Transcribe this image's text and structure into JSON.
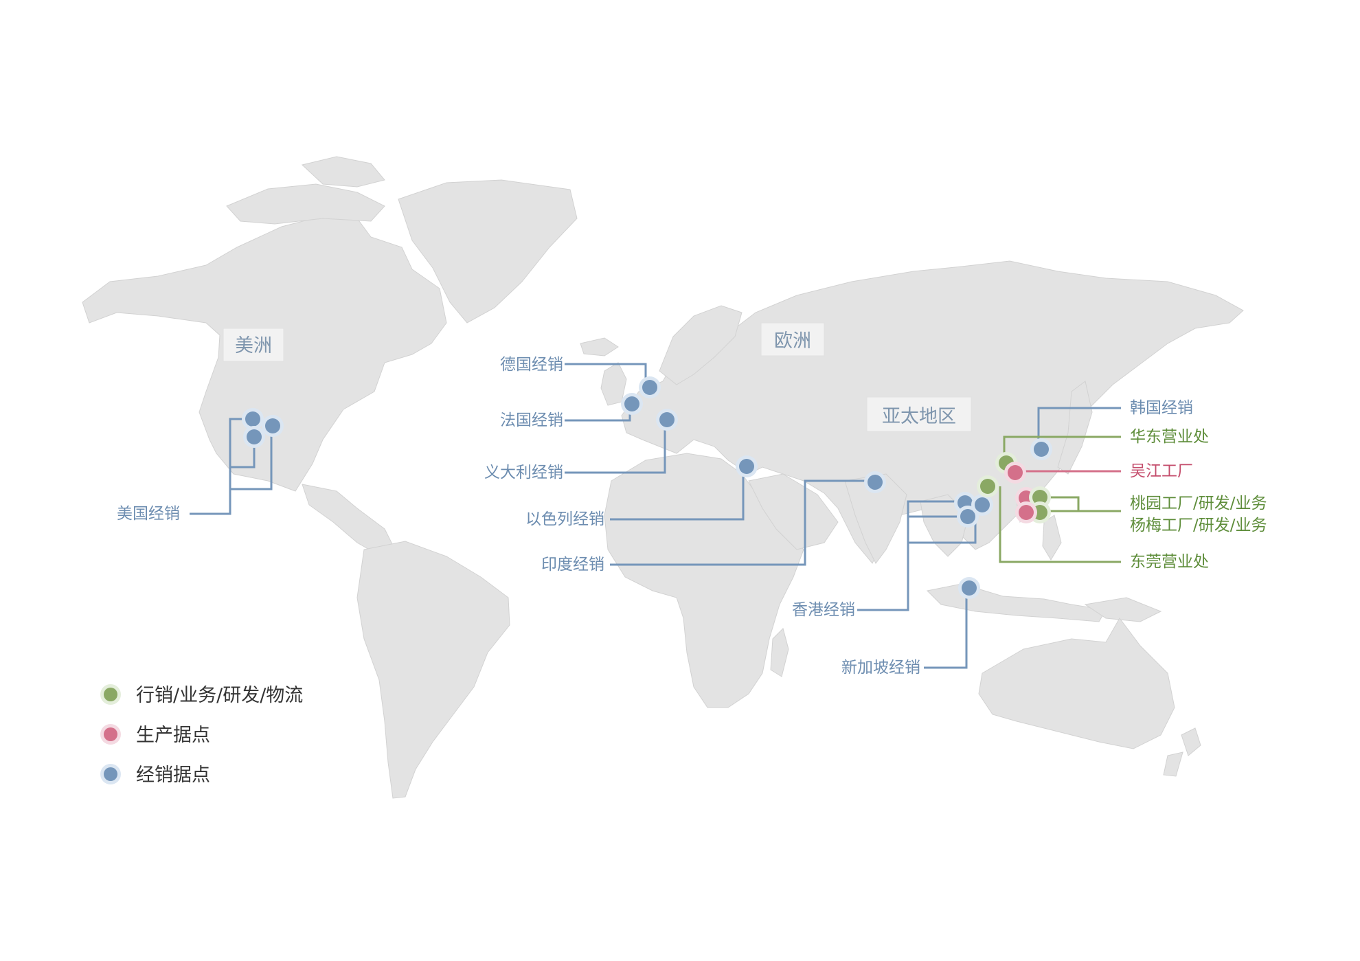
{
  "colors": {
    "green": "#8aa864",
    "pink": "#d4708a",
    "blue": "#7596ba",
    "green_text": "#5e8d3a",
    "pink_text": "#c44d6c",
    "blue_text": "#6d8db0"
  },
  "regions": {
    "americas": "美洲",
    "europe": "欧洲",
    "apac": "亚太地区"
  },
  "labels": {
    "usa": "美国经销",
    "germany": "德国经销",
    "france": "法国经销",
    "italy": "义大利经销",
    "israel": "以色列经销",
    "india": "印度经销",
    "hongkong": "香港经销",
    "singapore": "新加坡经销",
    "korea": "韩国经销",
    "east_china": "华东营业处",
    "wujiang": "吴江工厂",
    "taoyuan": "桃园工厂/研发/业务",
    "yangmei": "杨梅工厂/研发/业务",
    "dongguan": "东莞营业处"
  },
  "legend": {
    "items": [
      {
        "label": "行销/业务/研发/物流",
        "color": "green"
      },
      {
        "label": "生产据点",
        "color": "pink"
      },
      {
        "label": "经销据点",
        "color": "blue"
      }
    ]
  }
}
